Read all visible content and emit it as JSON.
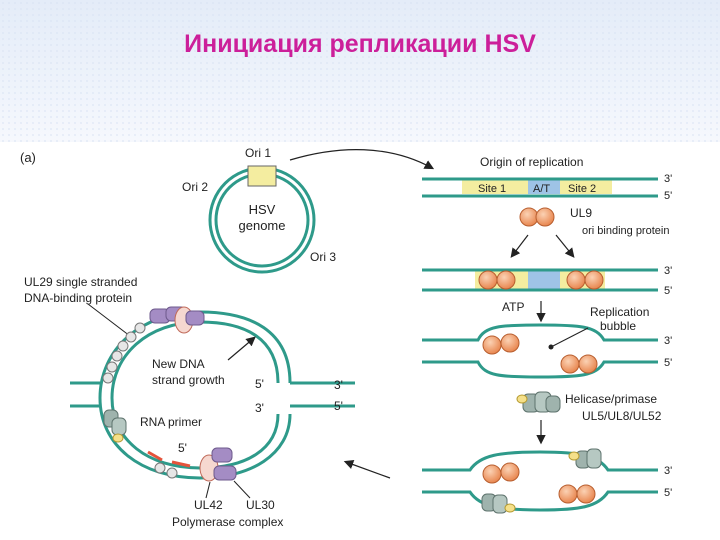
{
  "slide": {
    "title": "Инициация репликации HSV"
  },
  "figure": {
    "panel_label": "(a)",
    "genome": {
      "label_line1": "HSV",
      "label_line2": "genome",
      "ori1": "Ori 1",
      "ori2": "Ori 2",
      "ori3": "Ori 3"
    },
    "right": {
      "origin_title": "Origin of replication",
      "site1": "Site 1",
      "at": "A/T",
      "site2": "Site 2",
      "end3": "3'",
      "end5": "5'",
      "ul9_line1": "UL9",
      "ul9_line2": "ori binding protein",
      "atp": "ATP",
      "bubble_line1": "Replication",
      "bubble_line2": "bubble",
      "helicase_line1": "Helicase/primase",
      "helicase_line2": "UL5/UL8/UL52"
    },
    "left": {
      "ssb_line1": "UL29 single stranded",
      "ssb_line2": "DNA-binding protein",
      "growth_line1": "New DNA",
      "growth_line2": "strand growth",
      "rna_primer": "RNA primer",
      "five_prime": "5'",
      "end5": "5'",
      "end3": "3'",
      "ul42": "UL42",
      "ul30": "UL30",
      "polymerase": "Polymerase complex"
    }
  },
  "colors": {
    "title": "#cc1f9a",
    "dna_strand": "#2e9a8a",
    "site_highlight": "#f4eda0",
    "at_box": "#9ec3e6",
    "protein_orange": "#f2a372",
    "polymerase_purple": "#a48cc4",
    "helicase_gray": "#9fb3ad",
    "primer_red": "#e5533b"
  }
}
